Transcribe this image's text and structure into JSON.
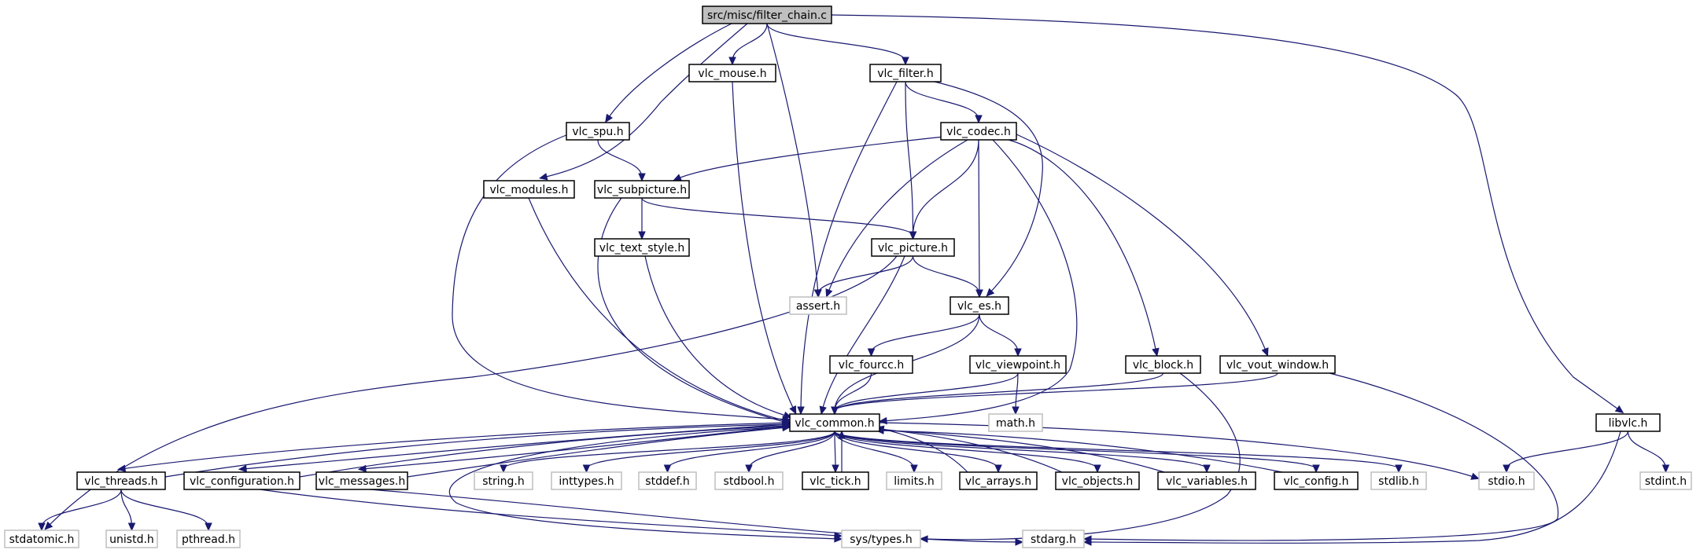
{
  "graph": {
    "title": "src/misc/filter_chain.c",
    "colors": {
      "edge": "#191970",
      "root_fill": "#bfbfbf",
      "local_border": "#000000",
      "system_border": "#bfbfbf"
    },
    "nodes": [
      {
        "id": "filter_chain",
        "label": "src/misc/filter_chain.c",
        "kind": "root"
      },
      {
        "id": "vlc_mouse",
        "label": "vlc_mouse.h",
        "kind": "local"
      },
      {
        "id": "vlc_filter",
        "label": "vlc_filter.h",
        "kind": "local"
      },
      {
        "id": "vlc_spu",
        "label": "vlc_spu.h",
        "kind": "local"
      },
      {
        "id": "vlc_codec",
        "label": "vlc_codec.h",
        "kind": "local"
      },
      {
        "id": "vlc_modules",
        "label": "vlc_modules.h",
        "kind": "local"
      },
      {
        "id": "vlc_subpicture",
        "label": "vlc_subpicture.h",
        "kind": "local"
      },
      {
        "id": "vlc_text_style",
        "label": "vlc_text_style.h",
        "kind": "local"
      },
      {
        "id": "vlc_picture",
        "label": "vlc_picture.h",
        "kind": "local"
      },
      {
        "id": "assert",
        "label": "assert.h",
        "kind": "system"
      },
      {
        "id": "vlc_es",
        "label": "vlc_es.h",
        "kind": "local"
      },
      {
        "id": "vlc_fourcc",
        "label": "vlc_fourcc.h",
        "kind": "local"
      },
      {
        "id": "vlc_viewpoint",
        "label": "vlc_viewpoint.h",
        "kind": "local"
      },
      {
        "id": "vlc_block",
        "label": "vlc_block.h",
        "kind": "local"
      },
      {
        "id": "vlc_vout_window",
        "label": "vlc_vout_window.h",
        "kind": "local"
      },
      {
        "id": "math",
        "label": "math.h",
        "kind": "system"
      },
      {
        "id": "libvlc",
        "label": "libvlc.h",
        "kind": "local"
      },
      {
        "id": "vlc_common",
        "label": "vlc_common.h",
        "kind": "local"
      },
      {
        "id": "vlc_threads",
        "label": "vlc_threads.h",
        "kind": "local"
      },
      {
        "id": "vlc_configuration",
        "label": "vlc_configuration.h",
        "kind": "local"
      },
      {
        "id": "vlc_messages",
        "label": "vlc_messages.h",
        "kind": "local"
      },
      {
        "id": "string",
        "label": "string.h",
        "kind": "system"
      },
      {
        "id": "inttypes",
        "label": "inttypes.h",
        "kind": "system"
      },
      {
        "id": "stddef",
        "label": "stddef.h",
        "kind": "system"
      },
      {
        "id": "stdbool",
        "label": "stdbool.h",
        "kind": "system"
      },
      {
        "id": "vlc_tick",
        "label": "vlc_tick.h",
        "kind": "local"
      },
      {
        "id": "limits",
        "label": "limits.h",
        "kind": "system"
      },
      {
        "id": "vlc_arrays",
        "label": "vlc_arrays.h",
        "kind": "local"
      },
      {
        "id": "vlc_objects",
        "label": "vlc_objects.h",
        "kind": "local"
      },
      {
        "id": "vlc_variables",
        "label": "vlc_variables.h",
        "kind": "local"
      },
      {
        "id": "vlc_config",
        "label": "vlc_config.h",
        "kind": "local"
      },
      {
        "id": "stdlib",
        "label": "stdlib.h",
        "kind": "system"
      },
      {
        "id": "stdio",
        "label": "stdio.h",
        "kind": "system"
      },
      {
        "id": "stdint",
        "label": "stdint.h",
        "kind": "system"
      },
      {
        "id": "stdatomic",
        "label": "stdatomic.h",
        "kind": "system"
      },
      {
        "id": "unistd",
        "label": "unistd.h",
        "kind": "system"
      },
      {
        "id": "pthread",
        "label": "pthread.h",
        "kind": "system"
      },
      {
        "id": "sys_types",
        "label": "sys/types.h",
        "kind": "system"
      },
      {
        "id": "stdarg",
        "label": "stdarg.h",
        "kind": "system"
      }
    ],
    "edges": [
      [
        "filter_chain",
        "vlc_mouse"
      ],
      [
        "filter_chain",
        "vlc_filter"
      ],
      [
        "filter_chain",
        "vlc_spu"
      ],
      [
        "filter_chain",
        "vlc_modules"
      ],
      [
        "filter_chain",
        "assert"
      ],
      [
        "filter_chain",
        "libvlc"
      ],
      [
        "vlc_filter",
        "vlc_codec"
      ],
      [
        "vlc_filter",
        "vlc_picture"
      ],
      [
        "vlc_filter",
        "vlc_es"
      ],
      [
        "vlc_filter",
        "vlc_common"
      ],
      [
        "vlc_mouse",
        "vlc_common"
      ],
      [
        "vlc_spu",
        "vlc_subpicture"
      ],
      [
        "vlc_spu",
        "vlc_common"
      ],
      [
        "vlc_modules",
        "vlc_common"
      ],
      [
        "vlc_codec",
        "vlc_subpicture"
      ],
      [
        "vlc_codec",
        "vlc_picture"
      ],
      [
        "vlc_codec",
        "assert"
      ],
      [
        "vlc_codec",
        "vlc_es"
      ],
      [
        "vlc_codec",
        "vlc_common"
      ],
      [
        "vlc_codec",
        "vlc_block"
      ],
      [
        "vlc_codec",
        "vlc_vout_window"
      ],
      [
        "vlc_subpicture",
        "vlc_text_style"
      ],
      [
        "vlc_subpicture",
        "vlc_picture"
      ],
      [
        "vlc_subpicture",
        "vlc_common"
      ],
      [
        "vlc_text_style",
        "vlc_common"
      ],
      [
        "vlc_picture",
        "assert"
      ],
      [
        "vlc_picture",
        "vlc_es"
      ],
      [
        "vlc_picture",
        "vlc_common"
      ],
      [
        "vlc_picture",
        "stdatomic"
      ],
      [
        "vlc_es",
        "vlc_fourcc"
      ],
      [
        "vlc_es",
        "vlc_viewpoint"
      ],
      [
        "vlc_es",
        "vlc_common"
      ],
      [
        "vlc_fourcc",
        "vlc_common"
      ],
      [
        "vlc_viewpoint",
        "math"
      ],
      [
        "vlc_viewpoint",
        "vlc_common"
      ],
      [
        "vlc_block",
        "vlc_common"
      ],
      [
        "vlc_block",
        "sys_types"
      ],
      [
        "vlc_vout_window",
        "vlc_common"
      ],
      [
        "vlc_vout_window",
        "stdarg"
      ],
      [
        "libvlc",
        "stdio"
      ],
      [
        "libvlc",
        "stdint"
      ],
      [
        "libvlc",
        "stdarg"
      ],
      [
        "vlc_common",
        "vlc_threads"
      ],
      [
        "vlc_common",
        "vlc_configuration"
      ],
      [
        "vlc_common",
        "vlc_messages"
      ],
      [
        "vlc_common",
        "string"
      ],
      [
        "vlc_common",
        "inttypes"
      ],
      [
        "vlc_common",
        "stddef"
      ],
      [
        "vlc_common",
        "stdbool"
      ],
      [
        "vlc_common",
        "vlc_tick"
      ],
      [
        "vlc_common",
        "limits"
      ],
      [
        "vlc_common",
        "vlc_arrays"
      ],
      [
        "vlc_common",
        "vlc_objects"
      ],
      [
        "vlc_common",
        "vlc_variables"
      ],
      [
        "vlc_common",
        "vlc_config"
      ],
      [
        "vlc_common",
        "stdlib"
      ],
      [
        "vlc_common",
        "stdio"
      ],
      [
        "vlc_common",
        "sys_types"
      ],
      [
        "vlc_threads",
        "vlc_common"
      ],
      [
        "vlc_configuration",
        "vlc_common"
      ],
      [
        "vlc_messages",
        "vlc_common"
      ],
      [
        "vlc_tick",
        "vlc_common"
      ],
      [
        "vlc_arrays",
        "vlc_common"
      ],
      [
        "vlc_objects",
        "vlc_common"
      ],
      [
        "vlc_variables",
        "vlc_common"
      ],
      [
        "vlc_config",
        "vlc_common"
      ],
      [
        "vlc_threads",
        "stdatomic"
      ],
      [
        "vlc_threads",
        "unistd"
      ],
      [
        "vlc_threads",
        "pthread"
      ],
      [
        "vlc_configuration",
        "sys_types"
      ],
      [
        "vlc_messages",
        "stdarg"
      ]
    ]
  }
}
